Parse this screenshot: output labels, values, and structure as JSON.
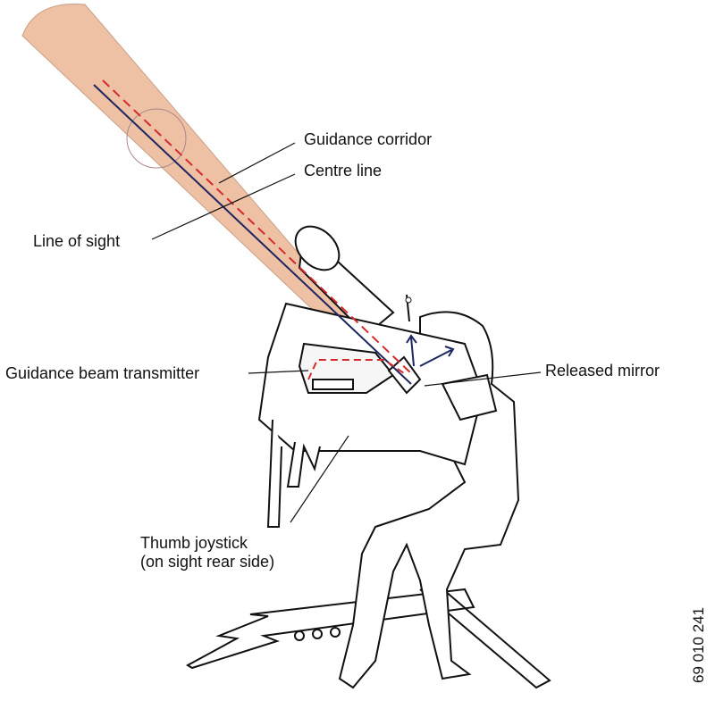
{
  "labels": {
    "guidance_corridor": "Guidance corridor",
    "centre_line": "Centre line",
    "line_of_sight": "Line of sight",
    "guidance_beam_transmitter": "Guidance beam transmitter",
    "released_mirror": "Released mirror",
    "thumb_joystick_line1": "Thumb joystick",
    "thumb_joystick_line2": "(on sight rear side)"
  },
  "figure_code": "69 010 241",
  "colors": {
    "corridor": "#eec0a4",
    "centre_line": "#d42a2a",
    "line_of_sight": "#1c2560",
    "outline": "#111111"
  }
}
